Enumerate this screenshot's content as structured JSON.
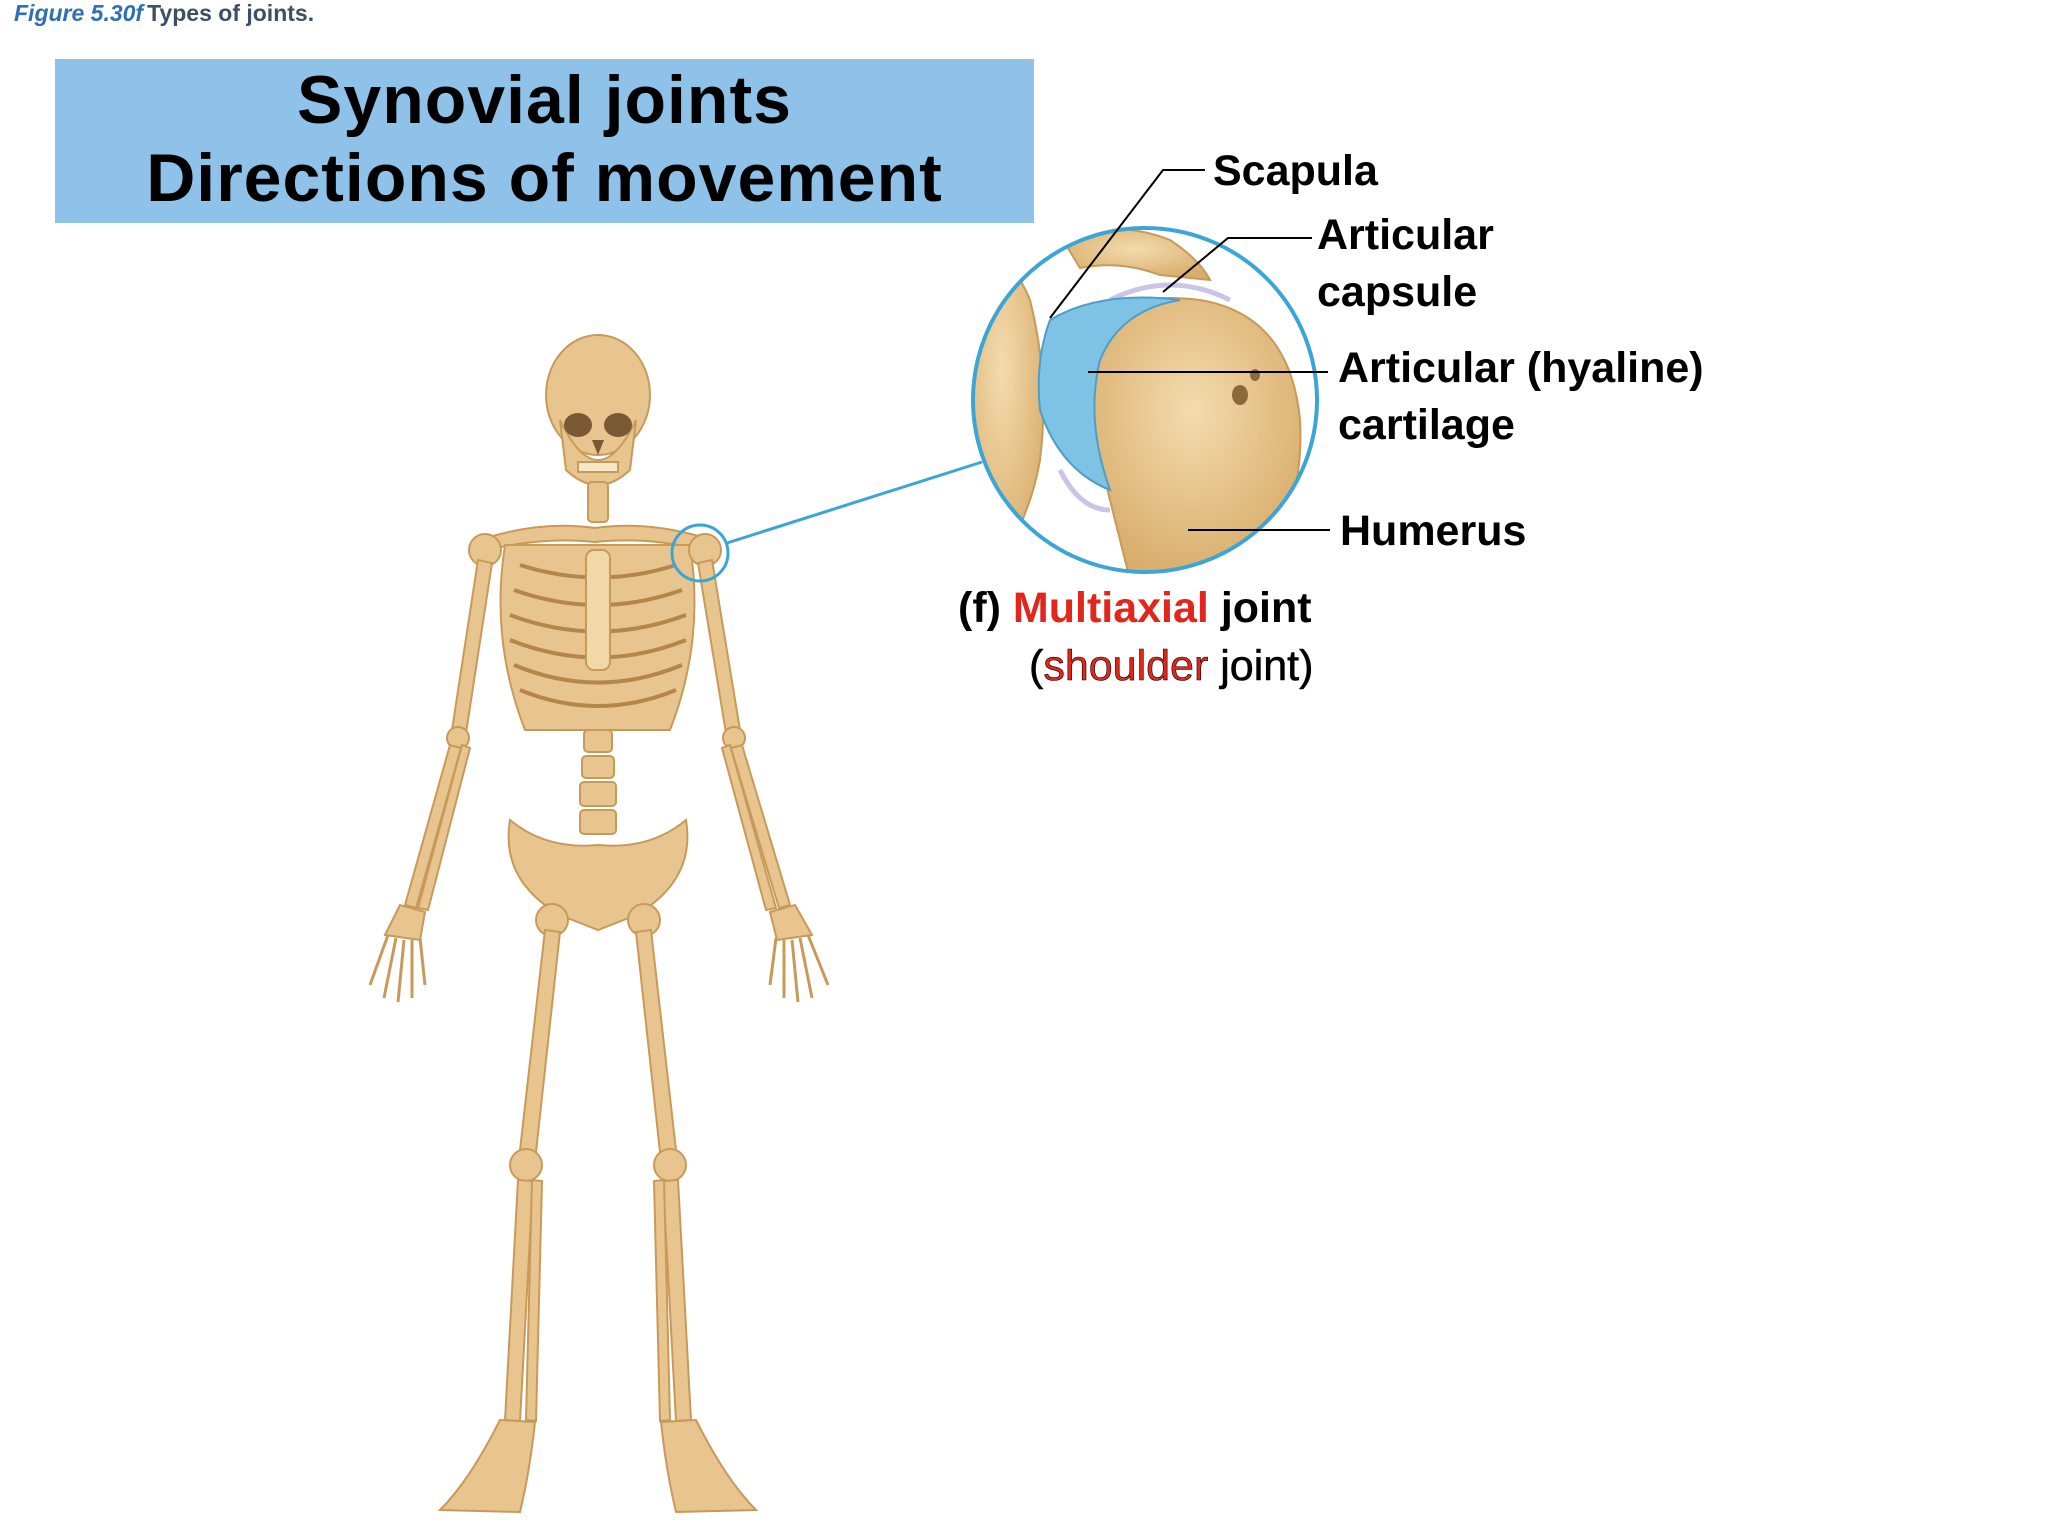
{
  "figure_caption": {
    "number": "Figure 5.30f",
    "title": "Types of joints."
  },
  "title": {
    "line1": "Synovial joints",
    "line2": "Directions of movement"
  },
  "labels": {
    "scapula": "Scapula",
    "articular_capsule_1": "Articular",
    "articular_capsule_2": "capsule",
    "cartilage_1": "Articular (hyaline)",
    "cartilage_2": "cartilage",
    "humerus": "Humerus"
  },
  "caption": {
    "letter": "(f)",
    "type_highlight": "Multiaxial",
    "type_rest": "joint",
    "example_open": "(",
    "example_highlight": "shoulder",
    "example_rest": "joint)"
  },
  "colors": {
    "title_bg": "#8fc2e8",
    "highlight": "#e2261b",
    "bone": "#e8c58e",
    "cartilage": "#7ec3e6",
    "leader_cyan": "#3ba6d6"
  }
}
